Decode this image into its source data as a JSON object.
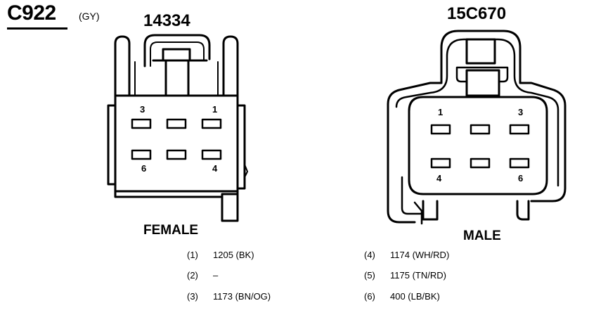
{
  "connector": {
    "id": "C922",
    "color": "(GY)"
  },
  "left_connector": {
    "part_number": "14334",
    "gender": "FEMALE",
    "pins": {
      "p1": "1",
      "p3": "3",
      "p4": "4",
      "p6": "6"
    }
  },
  "right_connector": {
    "part_number": "15C670",
    "gender": "MALE",
    "pins": {
      "p1": "1",
      "p3": "3",
      "p4": "4",
      "p6": "6"
    }
  },
  "circuits": [
    {
      "num": "(1)",
      "val": "1205 (BK)"
    },
    {
      "num": "(2)",
      "val": "–"
    },
    {
      "num": "(3)",
      "val": "1173 (BN/OG)"
    },
    {
      "num": "(4)",
      "val": "1174 (WH/RD)"
    },
    {
      "num": "(5)",
      "val": "1175 (TN/RD)"
    },
    {
      "num": "(6)",
      "val": "400 (LB/BK)"
    }
  ],
  "colors": {
    "ink": "#000000",
    "paper": "#ffffff"
  }
}
